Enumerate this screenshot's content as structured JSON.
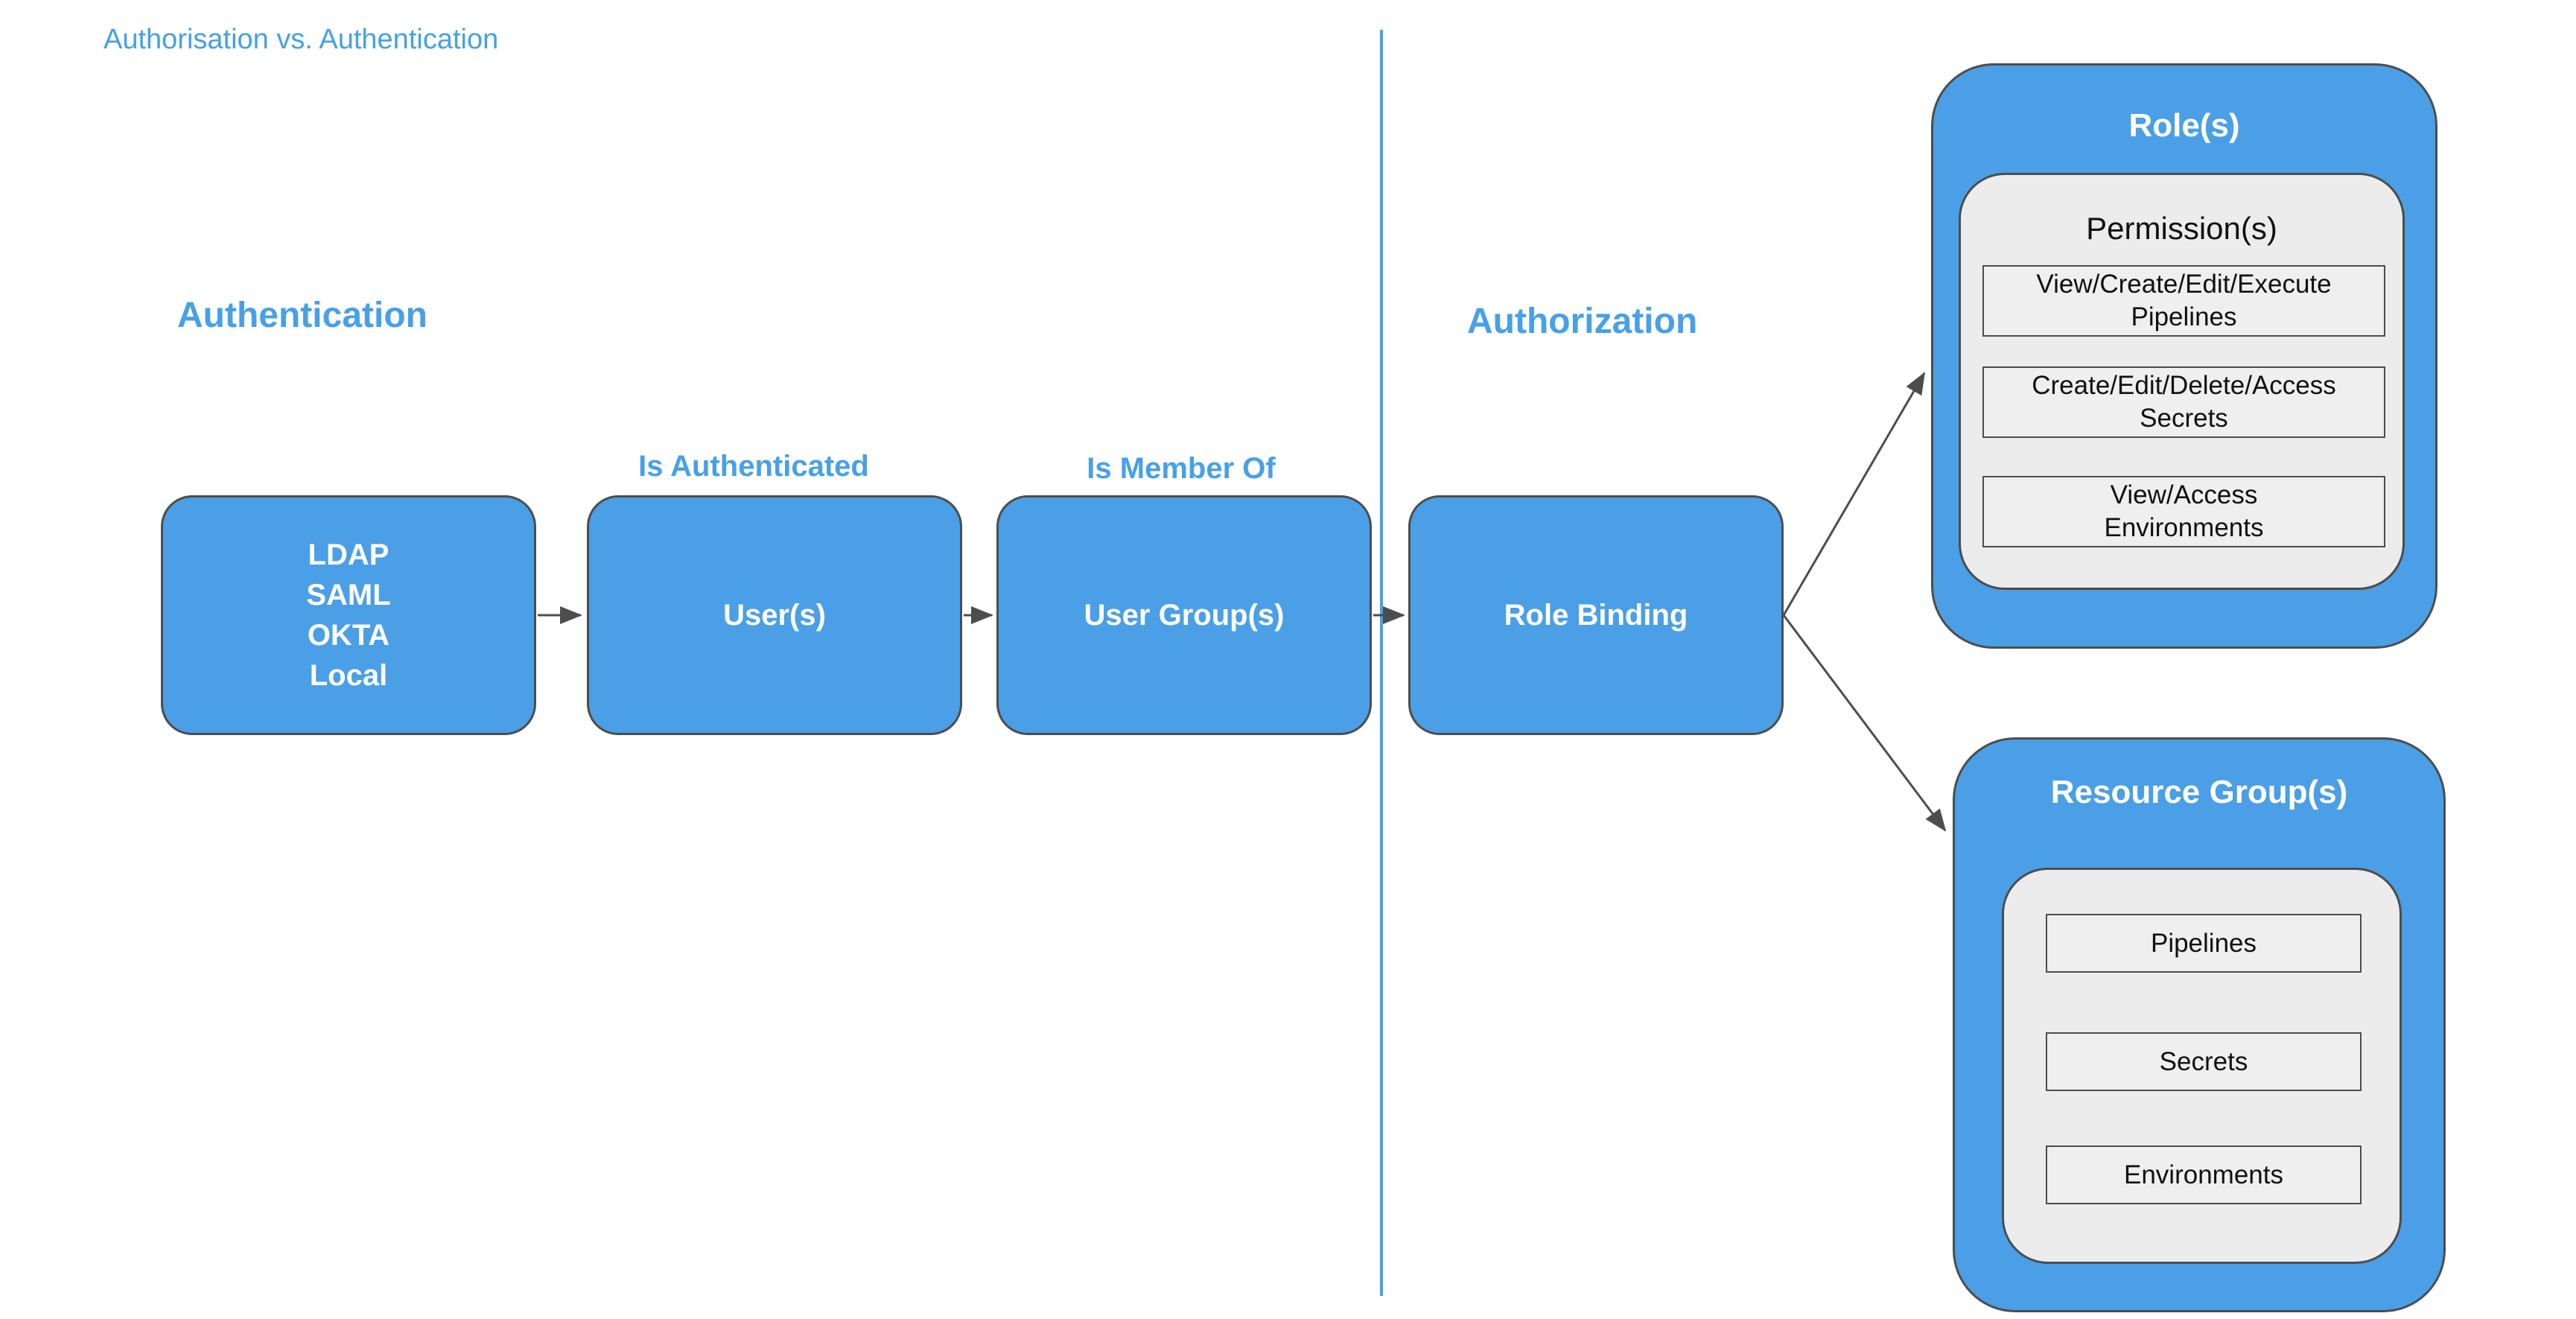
{
  "palette": {
    "node_blue": "#4A9FE6",
    "heading_blue": "#47A0E8",
    "title_blue": "#45A1E2",
    "divider_blue": "#41A3E6",
    "line_dark": "#4D4D4D",
    "panel_gray": "#ECECEC",
    "item_gray": "#EFEFEF",
    "text_dark": "#111111",
    "text_white": "#FFFFFF"
  },
  "title": "Authorisation vs. Authentication",
  "sections": {
    "left_heading": "Authentication",
    "right_heading": "Authorization"
  },
  "flow": {
    "auth_methods": {
      "lines": [
        "LDAP",
        "SAML",
        "OKTA",
        "Local"
      ]
    },
    "users": {
      "label": "User(s)"
    },
    "user_groups": {
      "label": "User Group(s)"
    },
    "role_binding": {
      "label": "Role Binding"
    },
    "edge_labels": {
      "is_authenticated": "Is Authenticated",
      "is_member_of": "Is Member Of"
    }
  },
  "roles": {
    "title": "Role(s)",
    "permissions": {
      "title": "Permission(s)",
      "items": [
        "View/Create/Edit/Execute\nPipelines",
        "Create/Edit/Delete/Access\nSecrets",
        "View/Access\nEnvironments"
      ]
    }
  },
  "resource_groups": {
    "title": "Resource Group(s)",
    "items": [
      "Pipelines",
      "Secrets",
      "Environments"
    ]
  }
}
